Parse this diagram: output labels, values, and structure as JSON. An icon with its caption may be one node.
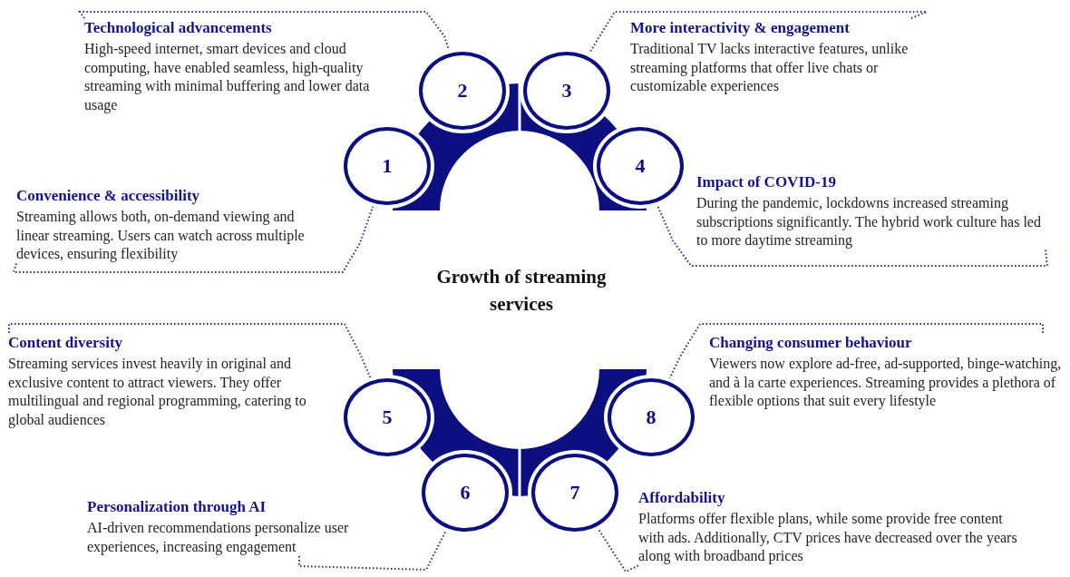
{
  "diagram": {
    "title": "Growth of streaming services",
    "nodes": [
      {
        "text": [
          "1"
        ]
      },
      {
        "text": [
          "2"
        ]
      },
      {
        "text": [
          "3"
        ]
      },
      {
        "text": [
          "4"
        ]
      },
      {
        "text": [
          "5"
        ]
      },
      {
        "text": [
          "6"
        ]
      },
      {
        "text": [
          "7"
        ]
      },
      {
        "text": [
          "8"
        ]
      },
      {
        "text": [
          "Convenience & accessibility",
          "Streaming allows both, on-demand viewing and linear streaming. Users can watch across multiple devices, ensuring flexibility"
        ]
      },
      {
        "text": [
          "Technological advancements",
          "High-speed internet, smart devices and cloud computing, have enabled seamless, high-quality streaming with minimal buffering and lower data usage"
        ]
      },
      {
        "text": [
          "More interactivity & engagement",
          "Traditional TV lacks interactive features, unlike streaming platforms that offer live chats or customizable experiences"
        ]
      },
      {
        "text": [
          "Impact of COVID-19",
          "During the pandemic, lockdowns increased streaming subscriptions significantly. The hybrid work culture has led to more daytime streaming"
        ]
      },
      {
        "text": [
          "Content diversity",
          "Streaming services invest heavily in original and exclusive content to attract viewers. They offer multilingual and regional programming, catering to global audiences"
        ]
      },
      {
        "text": [
          "Personalization through AI",
          "AI-driven recommendations personalize user experiences, increasing engagement"
        ]
      },
      {
        "text": [
          "Affordability",
          "Platforms offer flexible plans, while some provide free content with ads. Additionally, CTV prices have decreased over the years along with broadband prices"
        ]
      },
      {
        "text": [
          "Changing consumer behaviour",
          "Viewers now explore ad-free, ad-supported, binge-watching, and à la carte experiences. Streaming provides a plethora of flexible options that suit every lifestyle"
        ]
      }
    ],
    "edges": [
      {
        "from": 8,
        "to": 0,
        "arrow": "none"
      },
      {
        "from": 9,
        "to": 1,
        "arrow": "none"
      },
      {
        "from": 10,
        "to": 2,
        "arrow": "none"
      },
      {
        "from": 11,
        "to": 3,
        "arrow": "none"
      },
      {
        "from": 12,
        "to": 4,
        "arrow": "none"
      },
      {
        "from": 13,
        "to": 5,
        "arrow": "none"
      },
      {
        "from": 14,
        "to": 6,
        "arrow": "none"
      },
      {
        "from": 15,
        "to": 7,
        "arrow": "none"
      }
    ]
  }
}
